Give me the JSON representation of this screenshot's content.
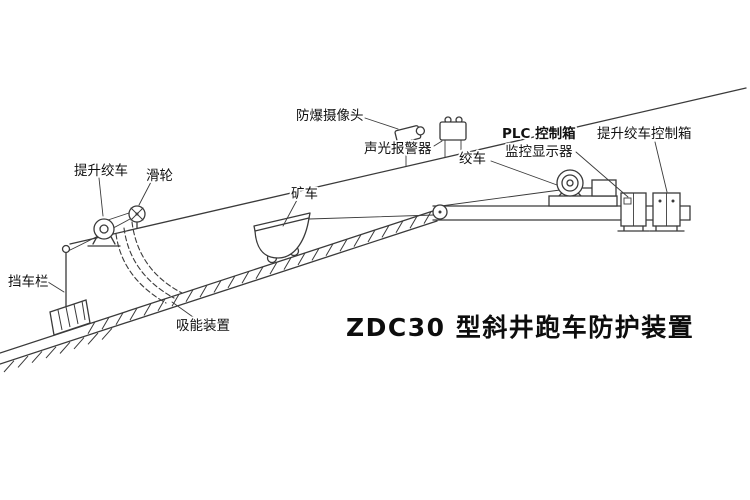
{
  "title": "ZDC30 型斜井跑车防护装置",
  "labels": {
    "camera": "防爆摄像头",
    "alarm": "声光报警器",
    "plc_box": "PLC 控制箱",
    "monitor": "监控显示器",
    "hoist_winch_box": "提升绞车控制箱",
    "winch": "绞车",
    "hoist_winch": "提升绞车",
    "pulley": "滑轮",
    "mine_car": "矿车",
    "barrier": "挡车栏",
    "energy_absorber": "吸能装置"
  },
  "colors": {
    "line": "#3a3a3a",
    "text": "#111111",
    "background": "#ffffff"
  }
}
